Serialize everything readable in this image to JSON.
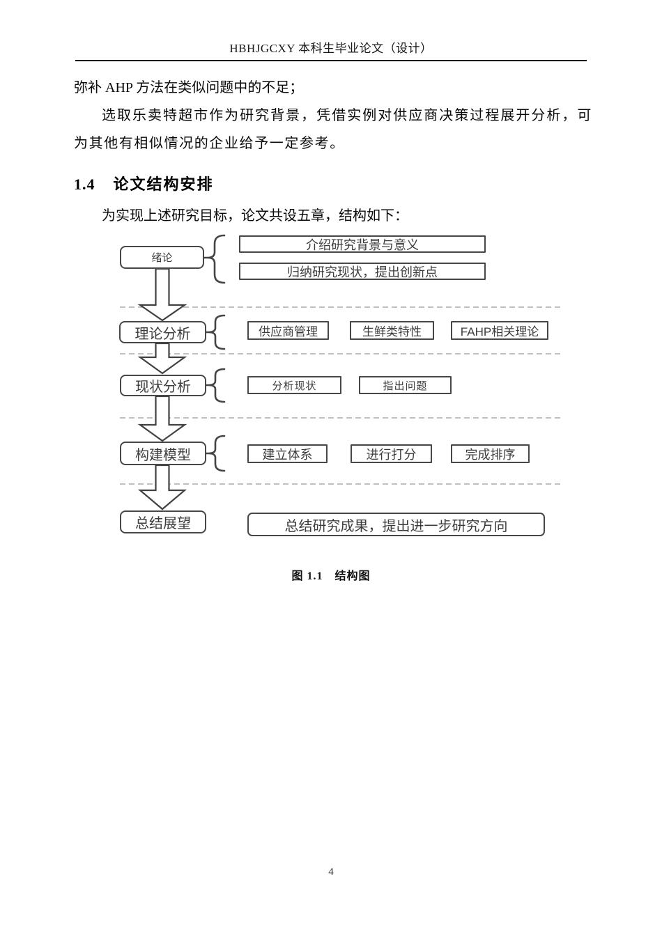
{
  "page": {
    "header": {
      "title": "HBHJGCXY 本科生毕业论文（设计）"
    },
    "body": {
      "para1": "弥补 AHP 方法在类似问题中的不足；",
      "para2": "选取乐卖特超市作为研究背景，凭借实例对供应商决策过程展开分析，可为其他有相似情况的企业给予一定参考。",
      "section": {
        "number": "1.4",
        "title": "论文结构安排"
      },
      "para3": "为实现上述研究目标，论文共设五章，结构如下："
    },
    "figure": {
      "caption": "图 1.1　结构图",
      "rows": [
        {
          "stage": "绪论",
          "items": [
            "介绍研究背景与意义",
            "归纳研究现状，提出创新点"
          ]
        },
        {
          "stage": "理论分析",
          "items": [
            "供应商管理",
            "生鲜类特性",
            "FAHP相关理论"
          ]
        },
        {
          "stage": "现状分析",
          "items": [
            "分析现状",
            "指出问题"
          ]
        },
        {
          "stage": "构建模型",
          "items": [
            "建立体系",
            "进行打分",
            "完成排序"
          ]
        },
        {
          "stage": "总结展望",
          "items": [
            "总结研究成果，提出进一步研究方向"
          ]
        }
      ]
    },
    "footer": {
      "page_number": "4"
    }
  }
}
